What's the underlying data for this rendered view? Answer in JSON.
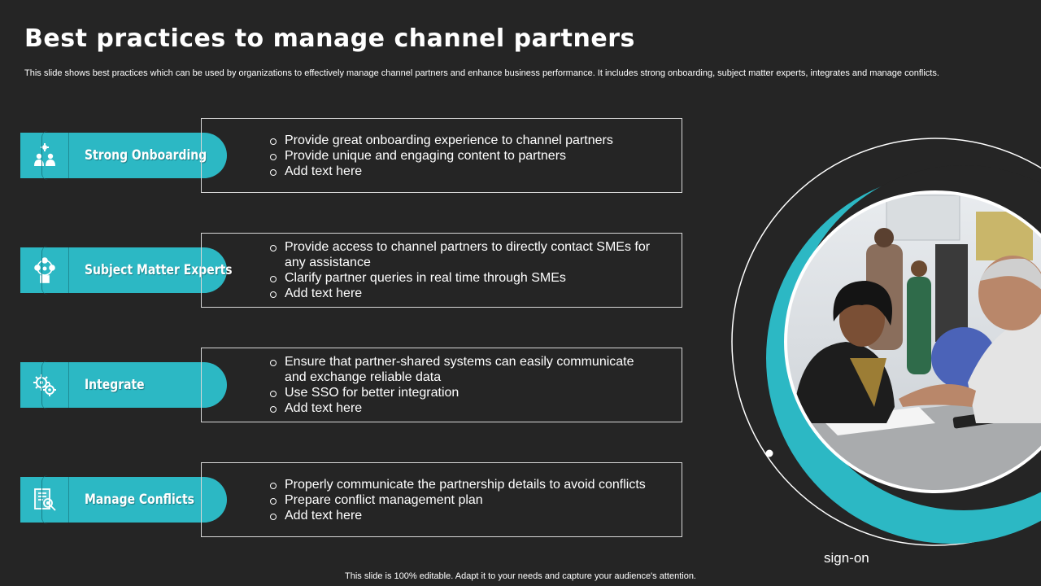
{
  "title": "Best practices to manage channel partners",
  "subtitle": "This slide shows best practices which can be used by organizations to effectively  manage channel partners and enhance business performance. It includes strong onboarding, subject matter experts, integrates and manage conflicts.",
  "practices": [
    {
      "label": "Strong Onboarding",
      "icon": "people-gear-icon",
      "bullets": [
        "Provide great onboarding experience to channel partners",
        "Provide unique and engaging content to partners",
        "Add text here"
      ]
    },
    {
      "label": "Subject Matter Experts",
      "icon": "expert-network-icon",
      "bullets": [
        "Provide access to channel partners to directly contact SMEs for any assistance",
        "Clarify partner queries in real time through SMEs",
        "Add text here"
      ]
    },
    {
      "label": "Integrate",
      "icon": "gears-integration-icon",
      "bullets": [
        "Ensure that partner-shared systems can easily communicate and exchange reliable data",
        "Use SSO for better integration",
        "Add text here"
      ]
    },
    {
      "label": "Manage Conflicts",
      "icon": "document-search-icon",
      "bullets": [
        "Properly communicate the partnership details to avoid conflicts",
        "Prepare conflict management plan",
        "Add text here"
      ]
    }
  ],
  "photo_caption": "sign-on",
  "footer": "This slide is 100% editable. Adapt it to your needs and capture your audience's attention.",
  "colors": {
    "background": "#252525",
    "accent": "#2cb8c4",
    "border": "#d8d8d8"
  }
}
